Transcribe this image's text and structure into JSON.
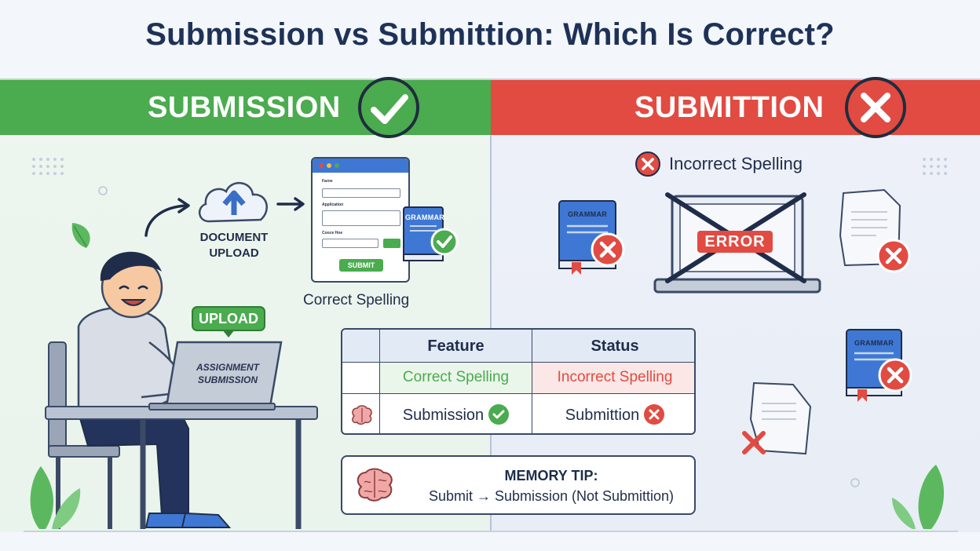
{
  "title": "Submission vs Submittion: Which Is Correct?",
  "left_panel": {
    "header": "SUBMISSION",
    "header_icon": "check-circle-icon",
    "cloud_label_line1": "DOCUMENT",
    "cloud_label_line2": "UPLOAD",
    "form": {
      "field1_label": "Farne",
      "field2_label": "Application",
      "field3_label": "Cooce Hoe",
      "submit_label": "SUBMIT"
    },
    "book_label": "GRAMMAR",
    "correct_caption": "Correct Spelling",
    "upload_bubble": "UPLOAD",
    "laptop_line1": "ASSIGNMENT",
    "laptop_line2": "SUBMISSION",
    "accent_color": "#4bab4f"
  },
  "right_panel": {
    "header": "SUBMITTION",
    "header_icon": "x-circle-icon",
    "incorrect_caption": "Incorrect Spelling",
    "error_text": "ERROR",
    "book_label_1": "GRAMMAR",
    "book_label_2": "GRAMMAR",
    "accent_color": "#e14b42"
  },
  "table": {
    "headers": [
      "",
      "Feature",
      "Status"
    ],
    "row_spelling": {
      "correct": "Correct Spelling",
      "incorrect": "Incorrect Spelling"
    },
    "row_words": {
      "correct": "Submission",
      "incorrect": "Submittion"
    }
  },
  "memory_tip": {
    "title": "MEMORY TIP:",
    "body": "Submit → Submission (Not Submittion)"
  }
}
